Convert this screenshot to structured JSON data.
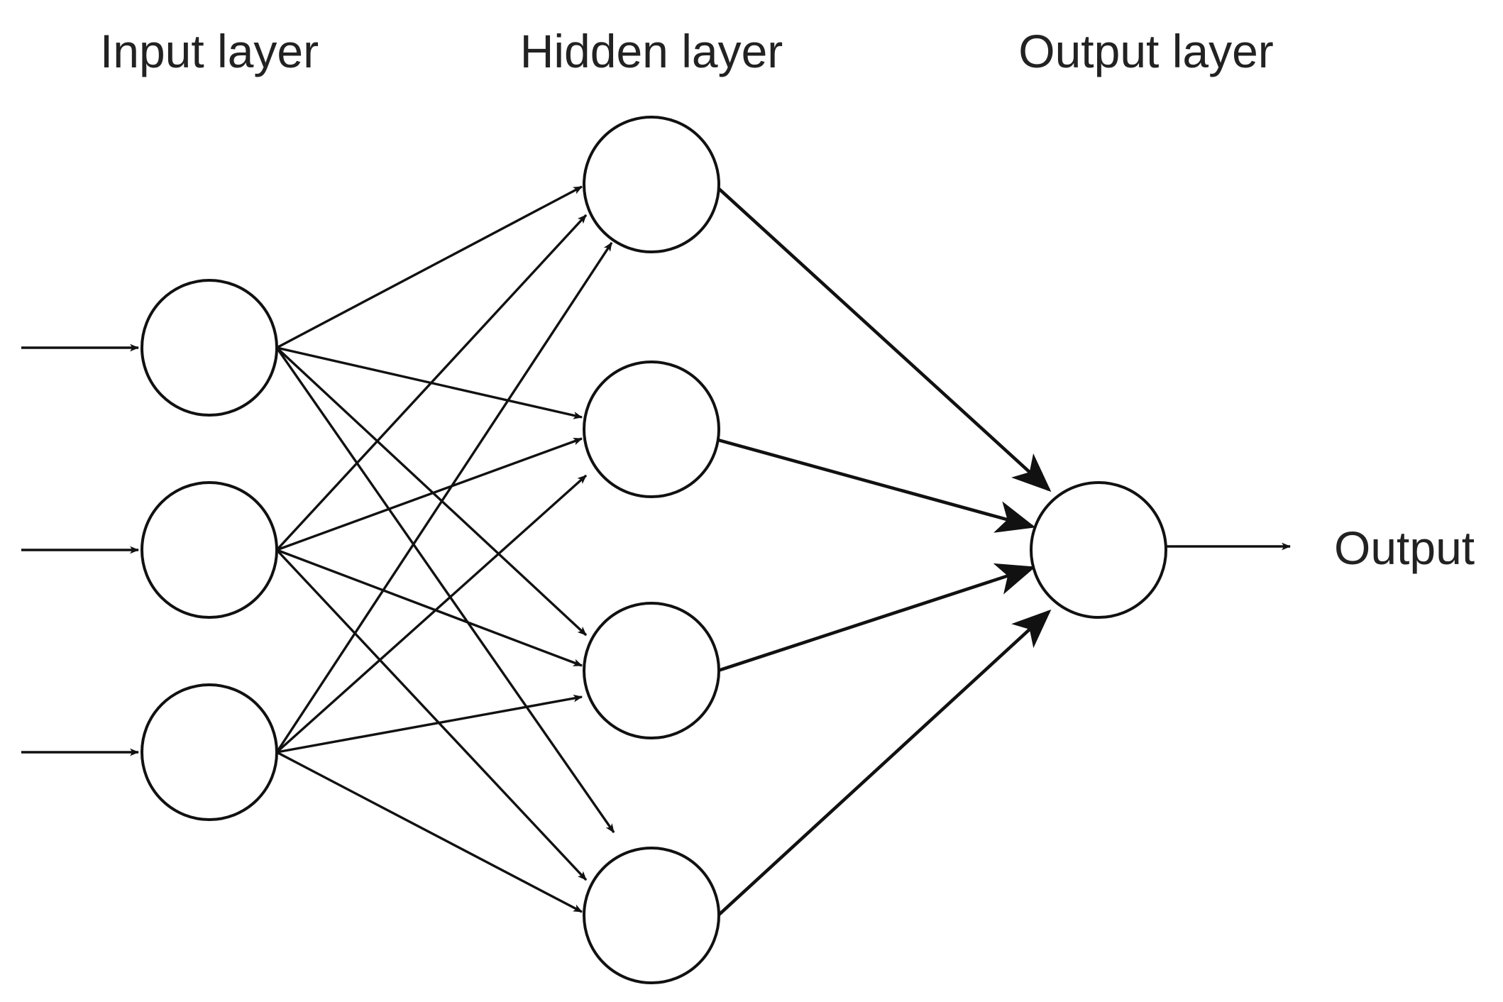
{
  "labels": {
    "input_layer": "Input layer",
    "hidden_layer": "Hidden layer",
    "output_layer": "Output layer",
    "output": "Output"
  },
  "network": {
    "input_nodes": 3,
    "hidden_nodes": 4,
    "output_nodes": 1,
    "fully_connected": true
  },
  "colors": {
    "stroke": "#111111",
    "node_fill": "#ffffff",
    "text": "#222222",
    "background": "#ffffff"
  }
}
